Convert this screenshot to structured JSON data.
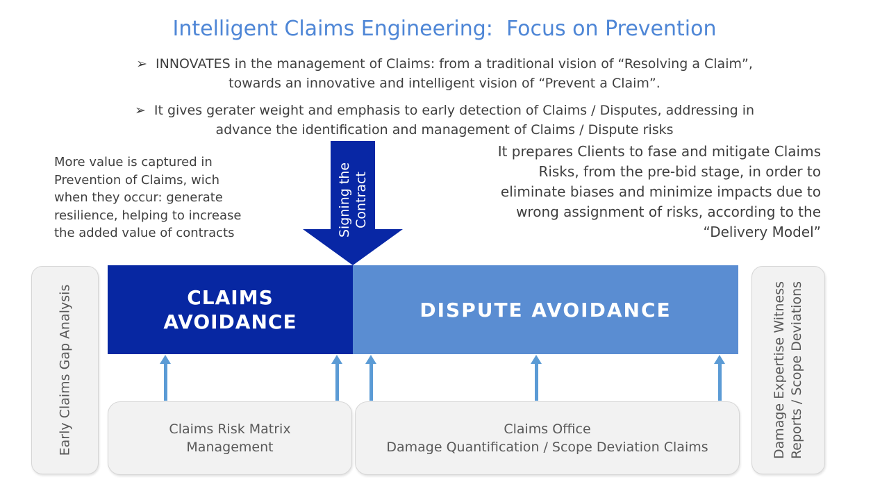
{
  "title": {
    "text": "Intelligent Claims Engineering:  Focus on Prevention"
  },
  "bullets": [
    {
      "marker": "➢",
      "text": "INNOVATES in the management of Claims: from a traditional vision of “Resolving a Claim”,\ntowards an innovative and intelligent vision of “Prevent a Claim”."
    },
    {
      "marker": "➢",
      "text": "It gives gerater weight and emphasis to early detection of Claims / Disputes, addressing in\nadvance the identification and management of Claims / Dispute risks"
    }
  ],
  "left_note": {
    "text": "More value is captured in\nPrevention of Claims, wich\nwhen they occur: generate\nresilience, helping to increase\nthe added value of contracts"
  },
  "center_arrow": {
    "label": "Signing the\nContract"
  },
  "right_note": {
    "text": "It prepares Clients to fase and mitigate Claims\nRisks, from the pre-bid stage, in order to\neliminate biases and minimize impacts due to\nwrong assignment of risks, according to the\n“Delivery Model”"
  },
  "bar": {
    "left_label": "CLAIMS\nAVOIDANCE",
    "right_label": "DISPUTE AVOIDANCE"
  },
  "side_left": {
    "label": "Early Claims Gap Analysis"
  },
  "side_right": {
    "label": "Damage Expertise Witness\nReports / Scope Deviations"
  },
  "bottom_boxes": [
    {
      "label": "Claims Risk Matrix\nManagement"
    },
    {
      "label": "Claims Office\nDamage Quantification / Scope Deviation Claims"
    }
  ],
  "colors": {
    "title": "#4E86D6",
    "navy": "#0727A2",
    "medium_blue": "#5A8DD2",
    "arrow_blue": "#0827A5",
    "connector": "#5B9BD5",
    "box_bg": "#F2F2F2",
    "box_border": "#D6D6D6",
    "text_dark": "#3F3F3F",
    "text_gray": "#595959",
    "white": "#FFFFFF"
  }
}
